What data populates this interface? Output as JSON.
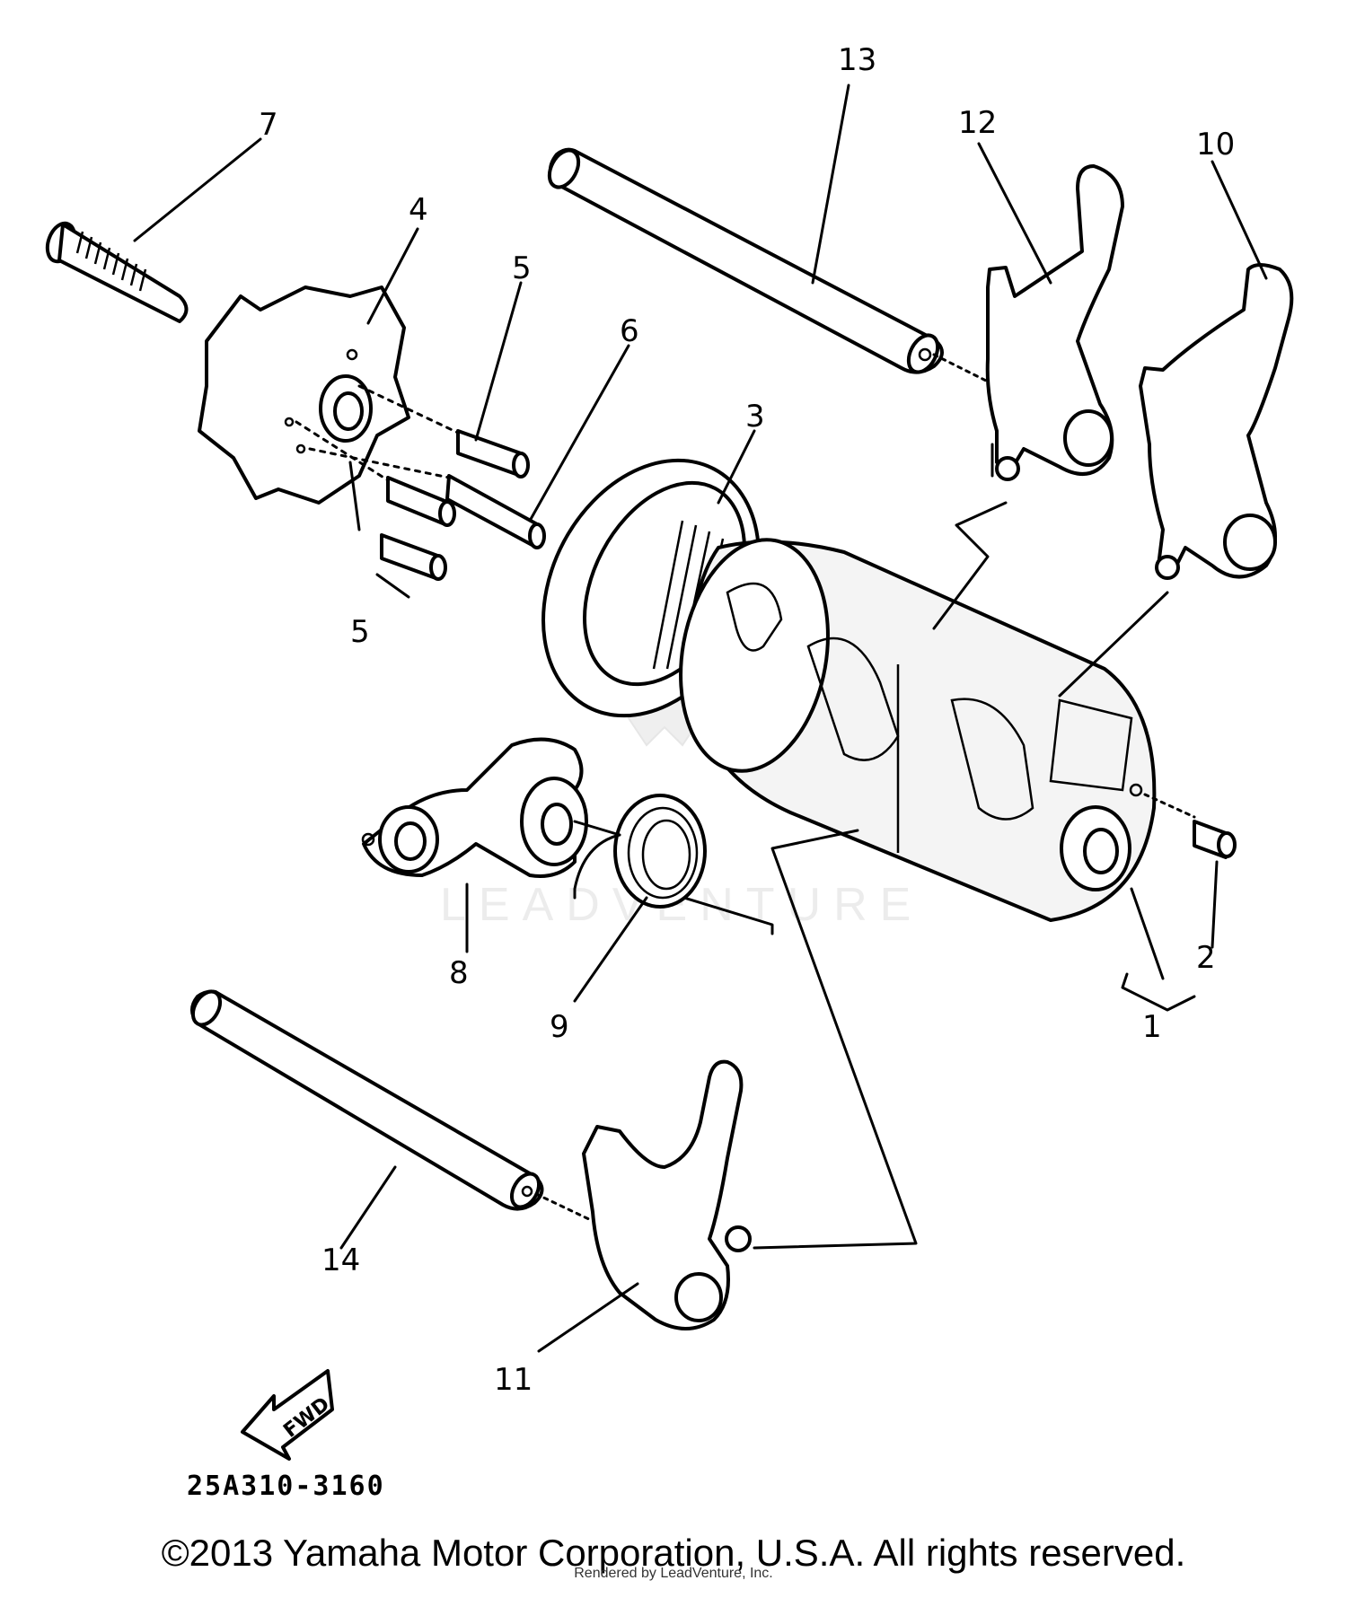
{
  "callouts": [
    {
      "id": "1",
      "label": "1"
    },
    {
      "id": "2",
      "label": "2"
    },
    {
      "id": "3",
      "label": "3"
    },
    {
      "id": "4",
      "label": "4"
    },
    {
      "id": "5a",
      "label": "5"
    },
    {
      "id": "5b",
      "label": "5"
    },
    {
      "id": "6",
      "label": "6"
    },
    {
      "id": "7",
      "label": "7"
    },
    {
      "id": "8",
      "label": "8"
    },
    {
      "id": "9",
      "label": "9"
    },
    {
      "id": "10",
      "label": "10"
    },
    {
      "id": "11",
      "label": "11"
    },
    {
      "id": "12",
      "label": "12"
    },
    {
      "id": "13",
      "label": "13"
    },
    {
      "id": "14",
      "label": "14"
    }
  ],
  "diagram_code": "25A310-3160",
  "direction_arrow": {
    "label": "FWD",
    "icon": "fwd-arrow-icon"
  },
  "watermark": {
    "text": "LEADVENTURE",
    "logo": "leadventure-logo"
  },
  "footer": {
    "copyright": "©2013 Yamaha Motor Corporation, U.S.A. All rights reserved.",
    "rendered_by": "Rendered by LeadVenture, Inc."
  }
}
